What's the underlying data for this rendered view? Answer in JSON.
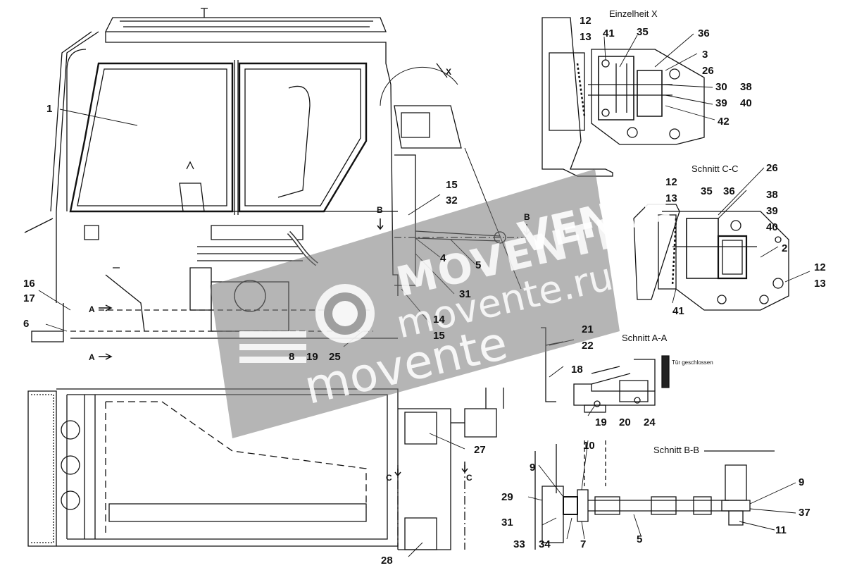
{
  "titles": {
    "detail_x": "Einzelheit X",
    "section_cc": "Schnitt C-C",
    "section_aa": "Schnitt A-A",
    "section_bb": "Schnitt B-B",
    "door_closed": "Tür geschlossen"
  },
  "section_marks": {
    "x": "X",
    "a_top": "A",
    "a_bottom": "A",
    "b_left": "B",
    "b_right": "B",
    "c_left": "C",
    "c_right": "C"
  },
  "callouts": {
    "main": [
      "1",
      "16",
      "17",
      "6",
      "15",
      "32",
      "4",
      "5",
      "31",
      "14",
      "15",
      "8",
      "19",
      "25"
    ],
    "detail_x": [
      "12",
      "13",
      "41",
      "35",
      "36",
      "3",
      "26",
      "30",
      "38",
      "39",
      "40",
      "42"
    ],
    "section_cc": [
      "12",
      "13",
      "35",
      "36",
      "26",
      "38",
      "39",
      "40",
      "2",
      "12",
      "13",
      "41"
    ],
    "section_aa": [
      "21",
      "22",
      "18",
      "19",
      "20",
      "24"
    ],
    "lower": [
      "27",
      "28"
    ],
    "section_bb": [
      "10",
      "9",
      "29",
      "31",
      "33",
      "34",
      "7",
      "5",
      "9",
      "37",
      "11"
    ]
  },
  "watermark": {
    "logo_text": "MOVENTE",
    "logo_text_2": "VENTE",
    "domain": "movente.ru",
    "domain_large": "movente"
  }
}
